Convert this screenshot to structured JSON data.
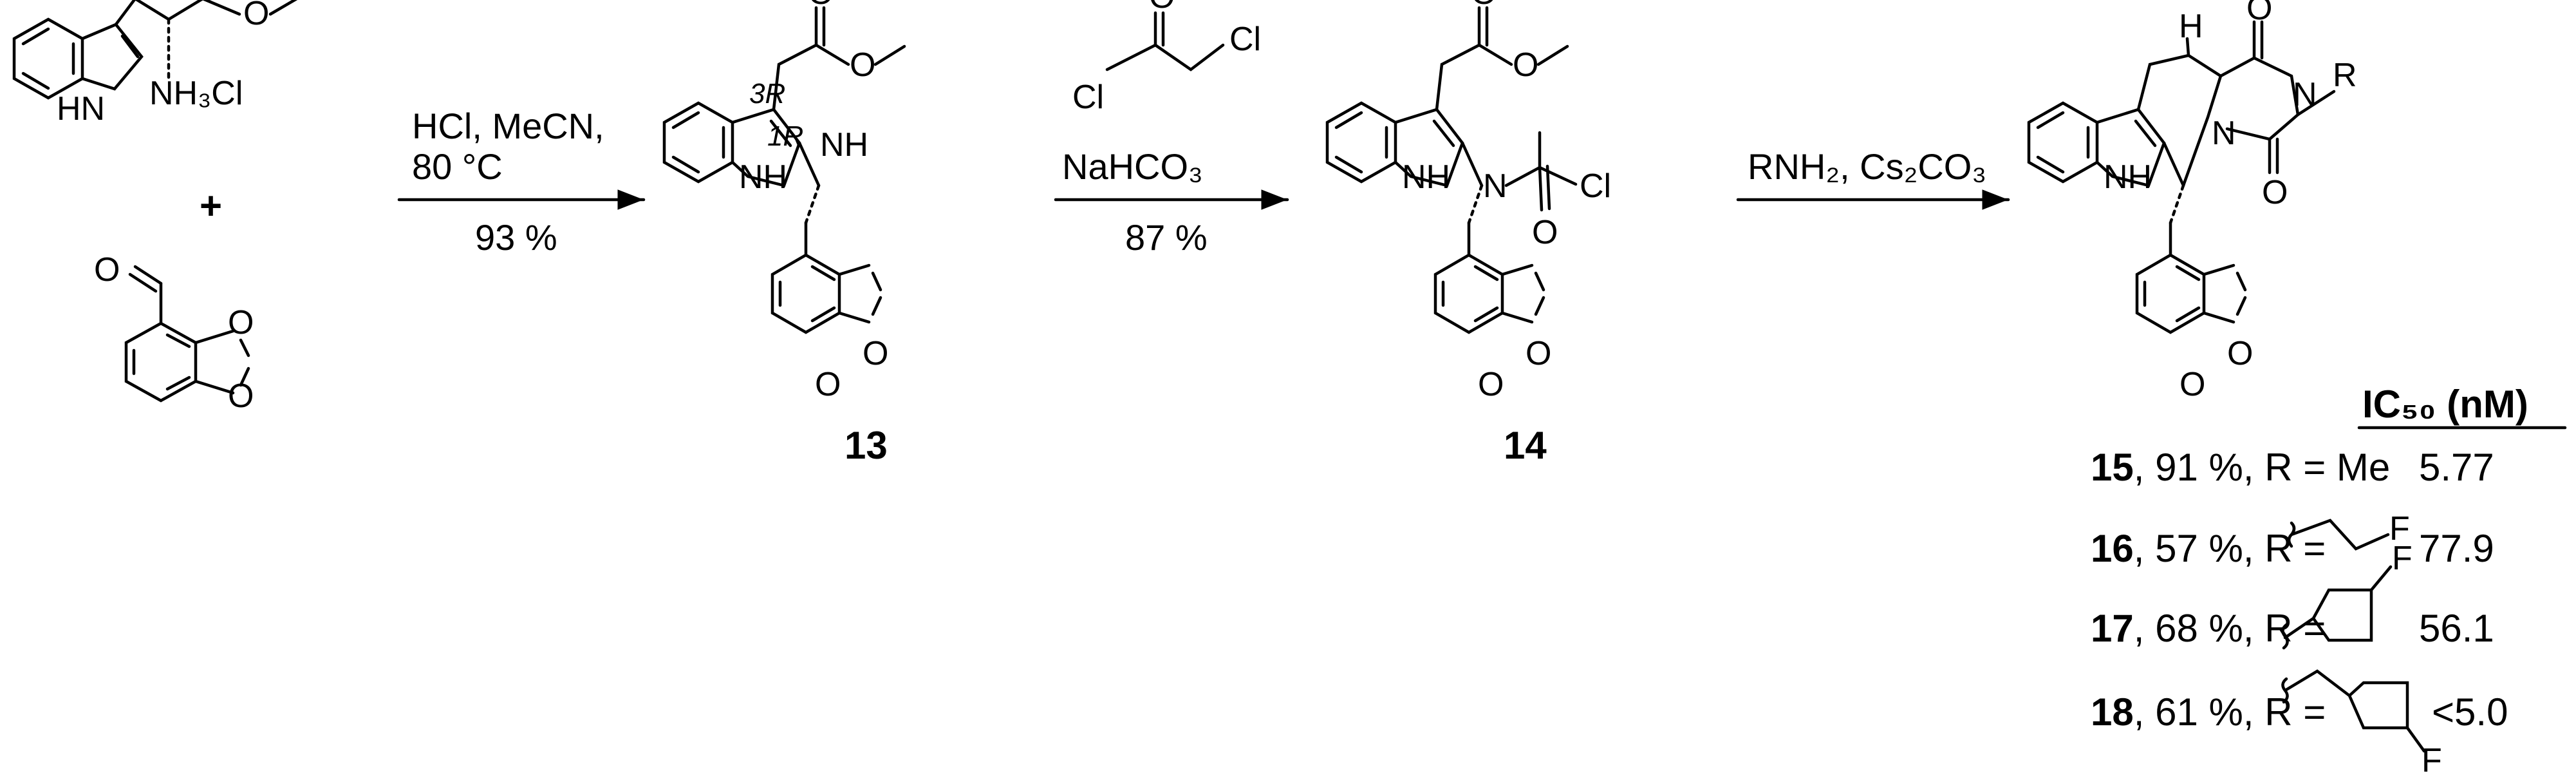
{
  "reaction": {
    "step1": {
      "reagents_line1": "HCl, MeCN,",
      "reagents_line2": "80 °C",
      "yield": "93 %"
    },
    "step2": {
      "reagent_main": "NaHCO₃",
      "yield": "87 %"
    },
    "step3": {
      "reagents": "RNH₂, Cs₂CO₃"
    },
    "plus_sign": "+"
  },
  "compounds": {
    "c13": {
      "number": "13",
      "stereo_3": "3R",
      "stereo_1": "1R"
    },
    "c14": {
      "number": "14"
    }
  },
  "atoms": {
    "NH": "NH",
    "H_text": "H",
    "HN": "HN",
    "NH3Cl": "NH₃Cl",
    "O": "O",
    "N": "N",
    "Cl": "Cl",
    "F": "F",
    "R": "R"
  },
  "table": {
    "header": "IC₅₀ (nM)",
    "rows": [
      {
        "number": "15",
        "text": ", 91 %, R = Me",
        "ic50": "5.77"
      },
      {
        "number": "16",
        "text": ", 57 %, R =",
        "ic50": "77.9"
      },
      {
        "number": "17",
        "text": ", 68 %, R =",
        "ic50": "56.1"
      },
      {
        "number": "18",
        "text": ", 61 %, R =",
        "ic50": "<5.0"
      }
    ]
  }
}
